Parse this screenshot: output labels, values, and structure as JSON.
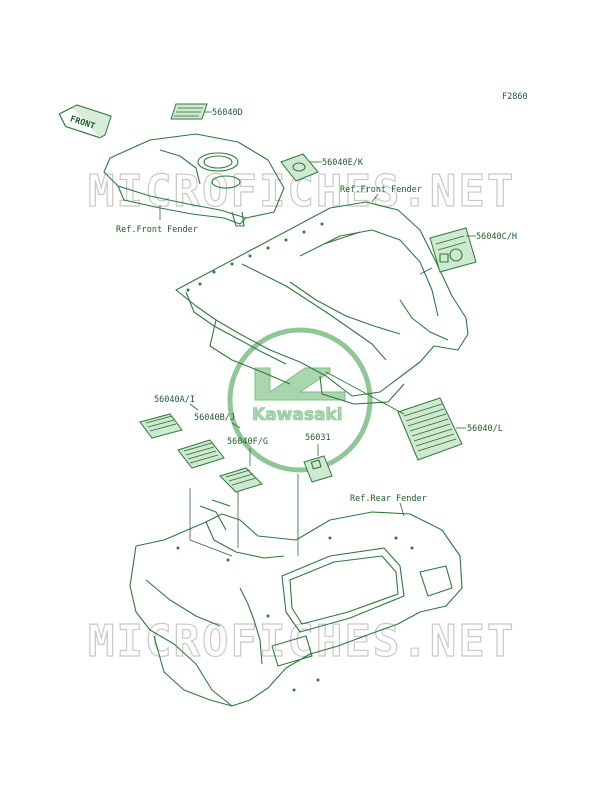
{
  "figure_code": "F2860",
  "direction_tag": "FRONT",
  "watermark_text": "MICROFICHES.NET",
  "logo_text": "Kawasaki",
  "colors": {
    "line": "#2e7a3a",
    "text": "#1d5e2a",
    "watermark": "#c9c9c9",
    "logo": "#7fbf86"
  },
  "labels": {
    "p56040d": "56040D",
    "p56040ek": "56040E/K",
    "ref_front_fender_left": "Ref.Front Fender",
    "ref_front_fender_right": "Ref.Front Fender",
    "p56040ch": "56040C/H",
    "p56040ai": "56040A/I",
    "p56040bj": "56040B/J",
    "p56040fg": "56040F/G",
    "p56031": "56031",
    "p56040l": "56040/L",
    "ref_rear_fender": "Ref.Rear Fender"
  }
}
